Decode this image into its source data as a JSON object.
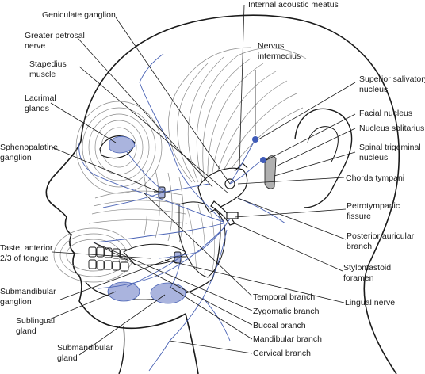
{
  "labels": {
    "geniculate_ganglion": "Geniculate ganglion",
    "internal_acoustic_meatus": "Internal acoustic meatus",
    "greater_petrosal_nerve": [
      "Greater petrosal",
      "nerve"
    ],
    "nervus_intermedius": [
      "Nervus",
      "intermedius"
    ],
    "stapedius_muscle": [
      "Stapedius",
      "muscle"
    ],
    "superior_salivatory_nucleus": [
      "Superior salivatory",
      "nucleus"
    ],
    "lacrimal_glands": [
      "Lacrimal",
      "glands"
    ],
    "facial_nucleus": "Facial nucleus",
    "nucleus_solitarius": "Nucleus solitarius",
    "sphenopalatine_ganglion": [
      "Sphenopalatine",
      "ganglion"
    ],
    "spinal_trigeminal_nucleus": [
      "Spinal trigeminal",
      "nucleus"
    ],
    "chorda_tympani": "Chorda tympani",
    "petrotympanic_fissure": [
      "Petrotympanic",
      "fissure"
    ],
    "posterior_auricular_branch": [
      "Posterior auricular",
      "branch"
    ],
    "taste_anterior_tongue": [
      "Taste, anterior",
      "2/3 of tongue"
    ],
    "stylomastoid_foramen": [
      "Stylomastoid",
      "foramen"
    ],
    "submandibular_ganglion": [
      "Submandibular",
      "ganglion"
    ],
    "temporal_branch": "Temporal branch",
    "lingual_nerve": "Lingual nerve",
    "zygomatic_branch": "Zygomatic branch",
    "sublingual_gland": [
      "Sublingual",
      "gland"
    ],
    "buccal_branch": "Buccal branch",
    "mandibular_branch": "Mandibular branch",
    "submandibular_gland": [
      "Submandibular",
      "gland"
    ],
    "cervical_branch": "Cervical branch"
  },
  "colors": {
    "outline": "#1a1a1a",
    "muscle_fiber": "#8a8a8a",
    "nerve": "#4a63b5",
    "gland_fill": "#aab4de",
    "nucleus_fill": "#3f5bb8",
    "leader": "#1a1a1a"
  }
}
